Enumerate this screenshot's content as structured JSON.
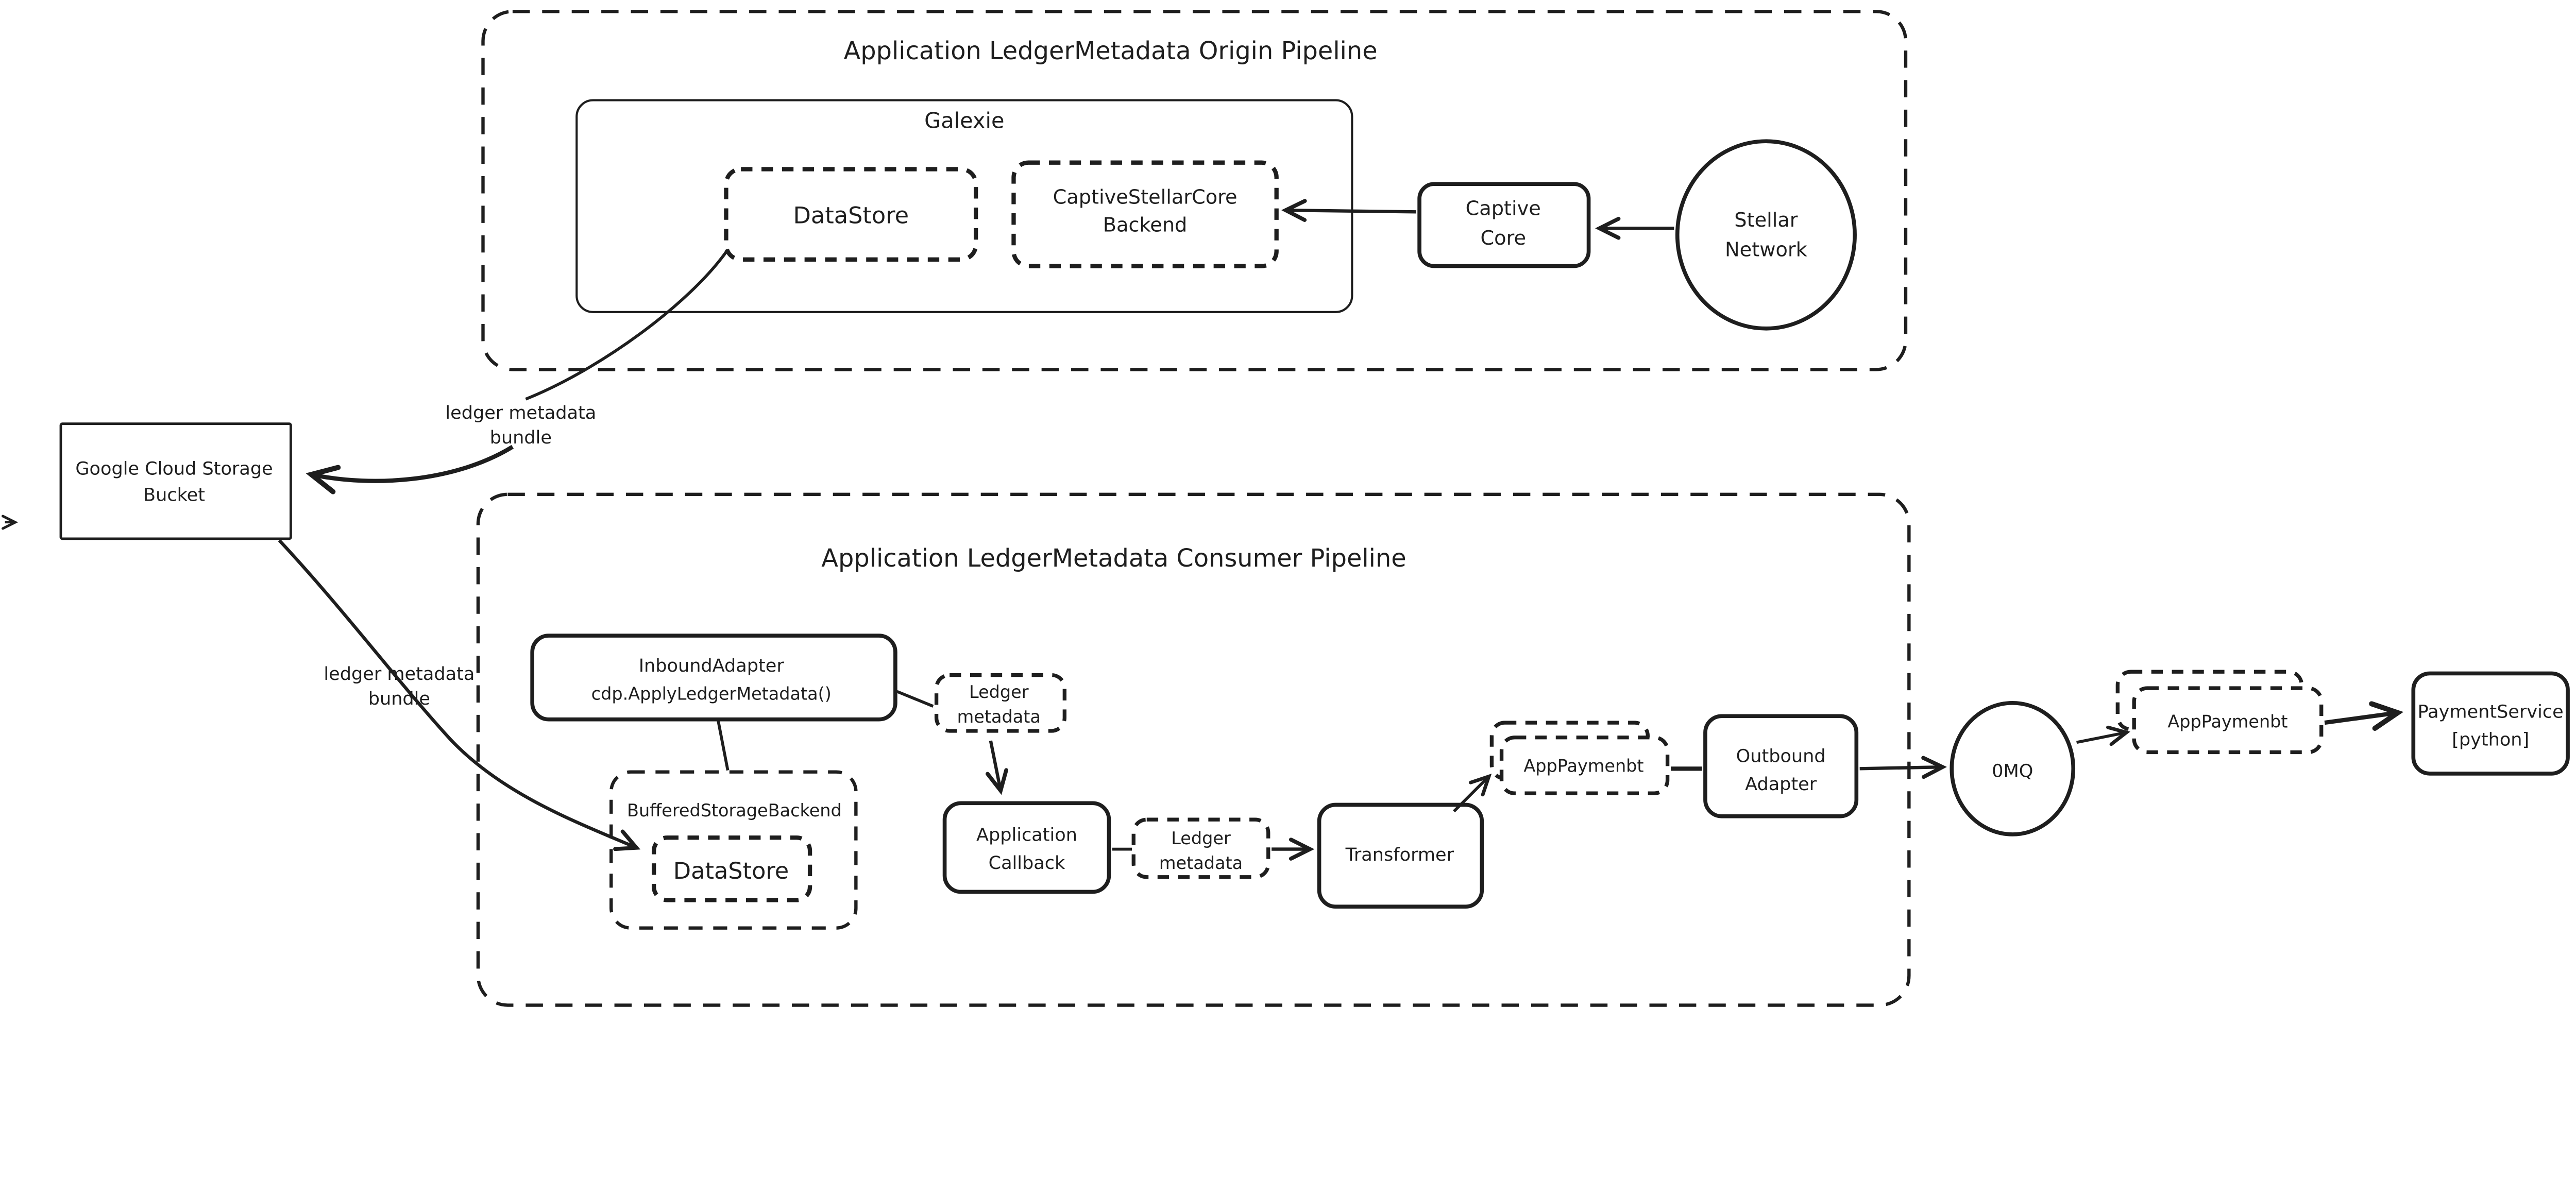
{
  "colors": {
    "stroke": "#1e1e1e",
    "background": "#ffffff"
  },
  "origin_pipeline": {
    "title": "Application LedgerMetadata Origin Pipeline",
    "galexie_label": "Galexie",
    "datastore_label": "DataStore",
    "backend_line1": "CaptiveStellarCore",
    "backend_line2": "Backend",
    "captive_core_line1": "Captive",
    "captive_core_line2": "Core",
    "stellar_network_line1": "Stellar",
    "stellar_network_line2": "Network"
  },
  "gcs": {
    "line1": "Google Cloud Storage",
    "line2": "Bucket"
  },
  "bundle_top": {
    "line1": "ledger metadata",
    "line2": "bundle"
  },
  "bundle_bottom": {
    "line1": "ledger metadata",
    "line2": "bundle"
  },
  "consumer_pipeline": {
    "title": "Application LedgerMetadata Consumer Pipeline",
    "inbound_line1": "InboundAdapter",
    "inbound_line2": "cdp.ApplyLedgerMetadata()",
    "ledger_meta_upper_line1": "Ledger",
    "ledger_meta_upper_line2": "metadata",
    "buffered_backend_label": "BufferedStorageBackend",
    "datastore_label": "DataStore",
    "callback_line1": "Application",
    "callback_line2": "Callback",
    "ledger_meta_lower_line1": "Ledger",
    "ledger_meta_lower_line2": "metadata",
    "transformer_label": "Transformer",
    "app_payment_first": "AppPaymenbt",
    "outbound_line1": "Outbound",
    "outbound_line2": "Adapter",
    "omq_label": "0MQ",
    "app_payment_second": "AppPaymenbt",
    "payment_service_line1": "PaymentService",
    "payment_service_line2": "[python]"
  }
}
